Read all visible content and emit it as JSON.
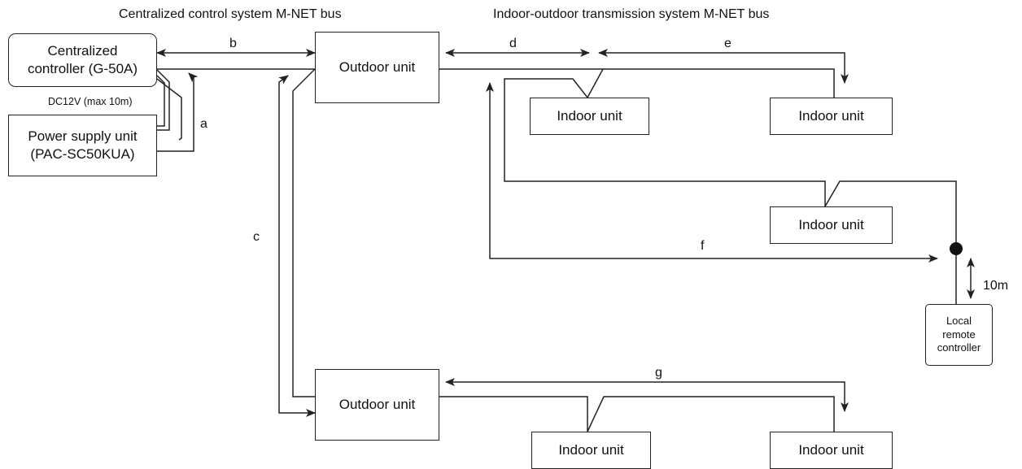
{
  "headers": {
    "centralized_bus": "Centralized control system M-NET bus",
    "indoor_outdoor_bus": "Indoor-outdoor transmission system M-NET bus"
  },
  "devices": {
    "centralized_controller": "Centralized\ncontroller (G-50A)",
    "power_supply_unit": "Power supply unit\n(PAC-SC50KUA)",
    "outdoor_unit_1": "Outdoor unit",
    "outdoor_unit_2": "Outdoor unit",
    "indoor_unit_1": "Indoor unit",
    "indoor_unit_2": "Indoor unit",
    "indoor_unit_3": "Indoor unit",
    "indoor_unit_4": "Indoor unit",
    "indoor_unit_5": "Indoor unit",
    "local_remote_controller": "Local\nremote\ncontroller"
  },
  "notes": {
    "power_line": "DC12V (max 10m)",
    "remote_distance": "10m"
  },
  "segment_labels": {
    "a": "a",
    "b": "b",
    "c": "c",
    "d": "d",
    "e": "e",
    "f": "f",
    "g": "g"
  },
  "colors": {
    "line": "#222222",
    "text": "#111111",
    "background": "#ffffff"
  }
}
